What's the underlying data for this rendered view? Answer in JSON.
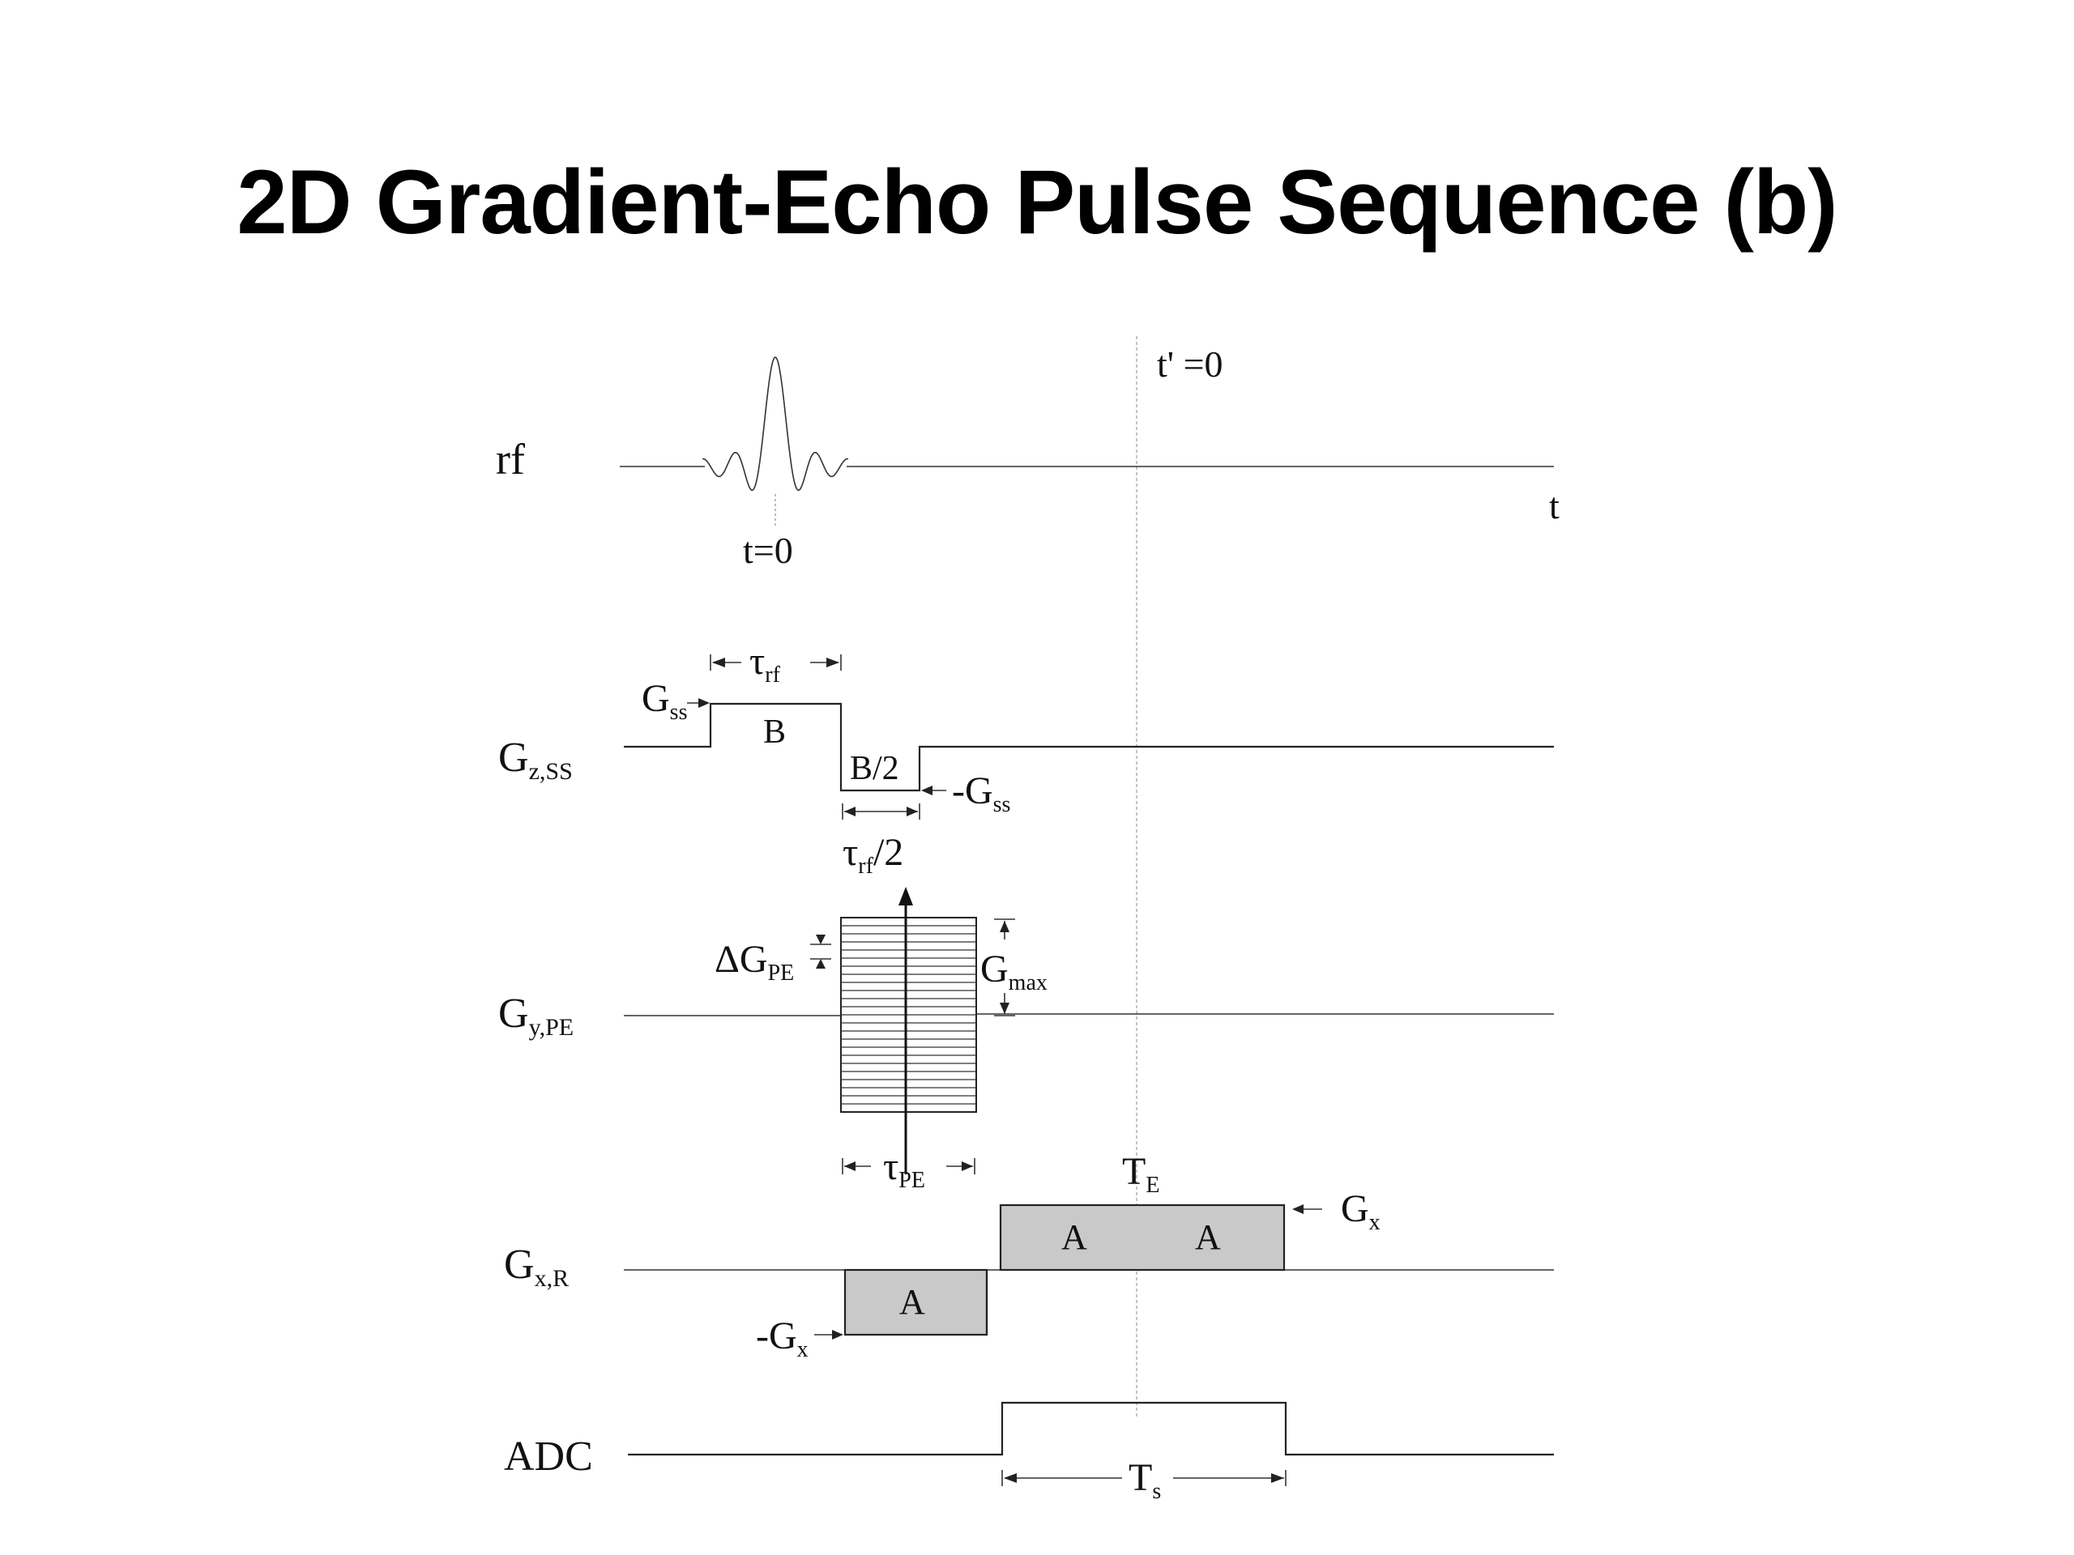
{
  "title": "2D Gradient-Echo Pulse Sequence (b)",
  "channels": {
    "rf": "rf",
    "gz_main": "G",
    "gz_sub": "z,SS",
    "gy_main": "G",
    "gy_sub": "y,PE",
    "gx_main": "G",
    "gx_sub": "x,R",
    "adc": "ADC"
  },
  "time_labels": {
    "t_prime_zero": "t' =0",
    "t_axis": "t",
    "t_zero": "t=0"
  },
  "annotations": {
    "tau_main": "τ",
    "tau_rf_sub": "rf",
    "tau_rf_half_suffix": "/2",
    "tau_pe_sub": "PE",
    "g_main": "G",
    "g_ss_sub": "ss",
    "neg_g": "-G",
    "area_b": "B",
    "area_b_half": "B/2",
    "delta_g_main": "ΔG",
    "delta_g_sub": "PE",
    "gmax_sub": "max",
    "area_a": "A",
    "te_main": "T",
    "te_sub": "E",
    "gx_sub": "x",
    "ts_main": "T",
    "ts_sub": "s"
  },
  "colors": {
    "shaded_lobe": "#c9c9c9",
    "ink": "#111111"
  }
}
